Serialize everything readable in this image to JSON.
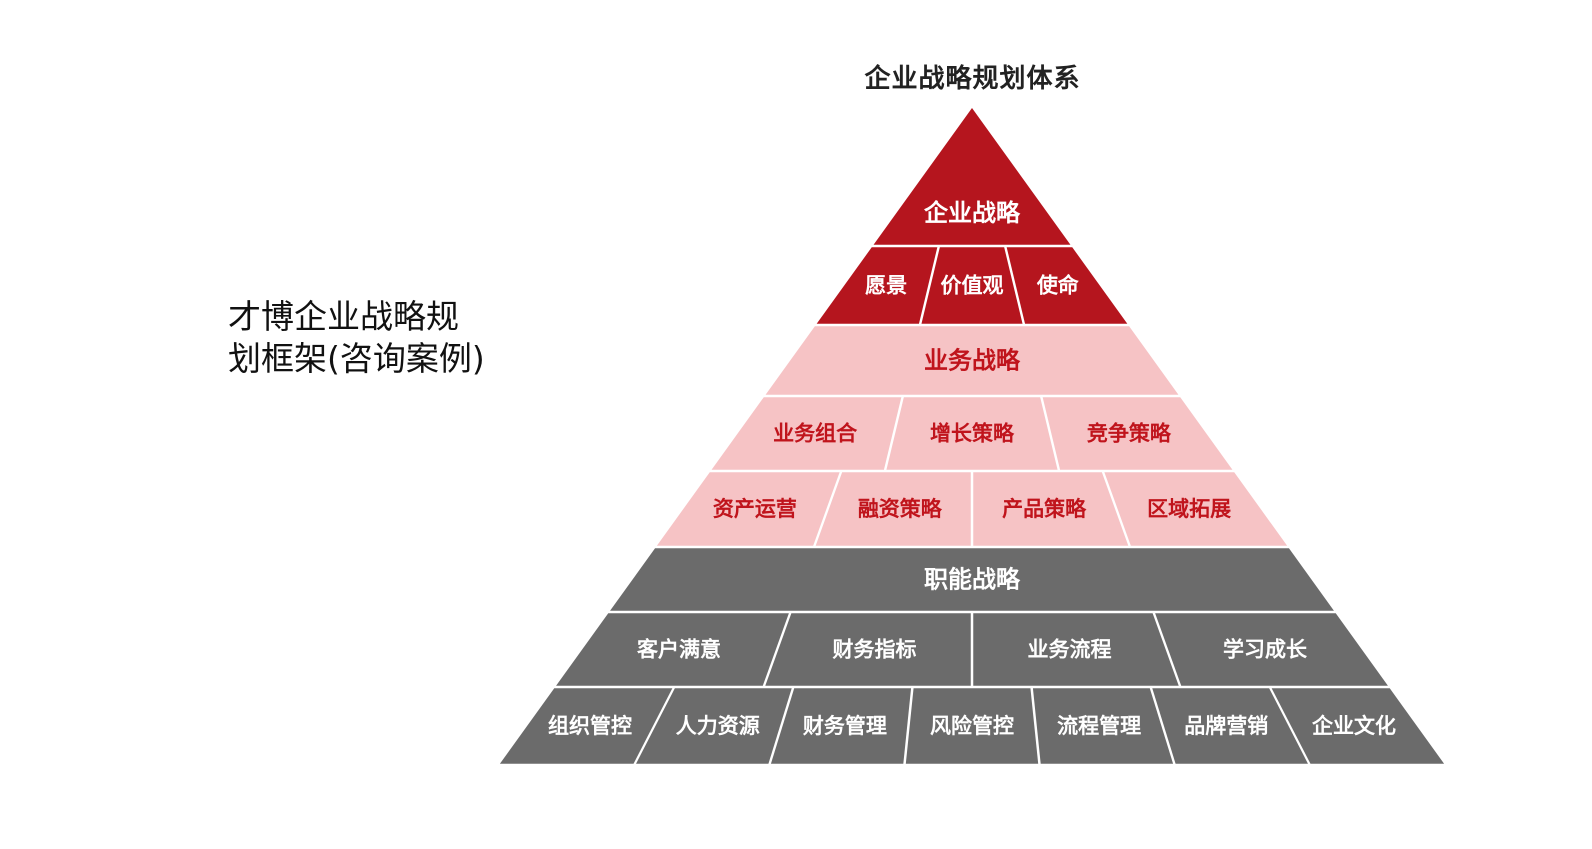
{
  "side_title": {
    "line1": "才博企业战略规",
    "line2": "划框架(咨询案例)"
  },
  "diagram_title": "企业战略规划体系",
  "colors": {
    "red": "#b5151e",
    "pink": "#f6c3c5",
    "gray": "#6b6b6b",
    "red_text": "#c0141c",
    "light_text": "#ffffff"
  },
  "tiers": [
    {
      "name": "企业战略",
      "theme": "red",
      "rows": [
        [
          "企业战略"
        ],
        [
          "愿景",
          "价值观",
          "使命"
        ]
      ]
    },
    {
      "name": "业务战略",
      "theme": "pink",
      "rows": [
        [
          "业务战略"
        ],
        [
          "业务组合",
          "增长策略",
          "竞争策略"
        ],
        [
          "资产运营",
          "融资策略",
          "产品策略",
          "区域拓展"
        ]
      ]
    },
    {
      "name": "职能战略",
      "theme": "gray",
      "rows": [
        [
          "职能战略"
        ],
        [
          "客户满意",
          "财务指标",
          "业务流程",
          "学习成长"
        ],
        [
          "组织管控",
          "人力资源",
          "财务管理",
          "风险管控",
          "流程管理",
          "品牌营销",
          "企业文化"
        ]
      ]
    }
  ]
}
